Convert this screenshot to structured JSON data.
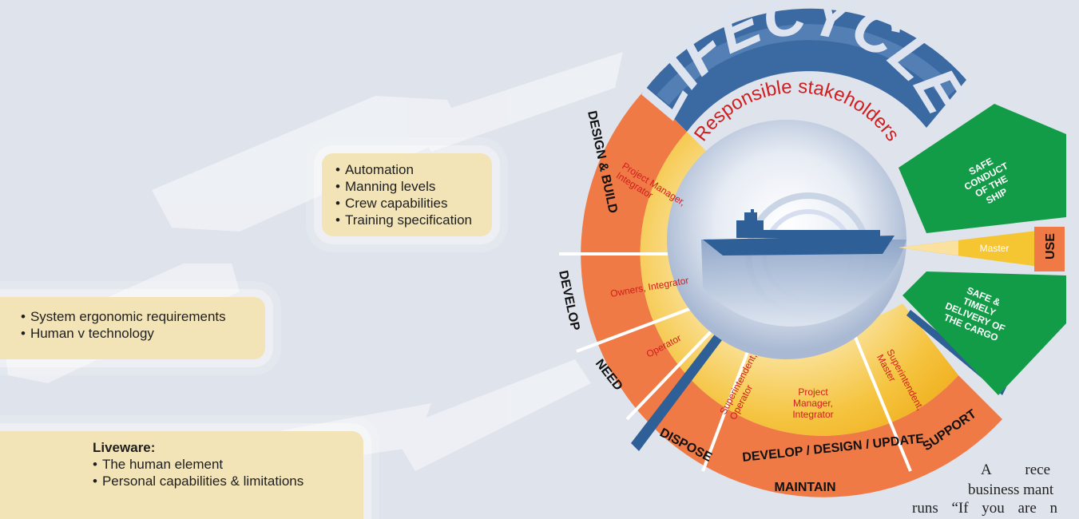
{
  "diagram": {
    "title": "LIFECYCLE",
    "subtitle": "Responsible stakeholders",
    "stages": [
      {
        "label": "DESIGN & BUILD",
        "stakeholder": "Project Manager, Integrator"
      },
      {
        "label": "DEVELOP",
        "stakeholder": "Owners, Integrator"
      },
      {
        "label": "NEED",
        "stakeholder": "Operator"
      },
      {
        "label": "DISPOSE",
        "stakeholder": "Superintendent, Operator"
      },
      {
        "label": "DEVELOP / DESIGN / UPDATE",
        "group": "MAINTAIN",
        "stakeholder": "Project Manager, Integrator"
      },
      {
        "label": "SUPPORT",
        "stakeholder": "Superintendent, Master"
      },
      {
        "label": "USE",
        "stakeholder": "Master"
      }
    ],
    "outcomes": [
      "SAFE CONDUCT OF THE SHIP",
      "SAFE & TIMELY DELIVERY OF THE CARGO"
    ]
  },
  "boxes": {
    "automation": {
      "items": [
        "Automation",
        "Manning levels",
        "Crew capabilities",
        "Training specification"
      ]
    },
    "ergonomic": {
      "items": [
        "System ergonomic requirements",
        "Human v technology"
      ]
    },
    "liveware": {
      "heading": "Liveware:",
      "items": [
        "The human element",
        "Personal capabilities & limitations"
      ]
    }
  },
  "article": {
    "line1": "A rece",
    "line2": "business mant",
    "line3": "runs “If you are n"
  },
  "colors": {
    "background": "#dfe3ec",
    "orange": "#ef7a45",
    "yellow": "#f4b824",
    "green": "#139c48",
    "blue": "#2f5f97",
    "red_text": "#d11d1d"
  }
}
